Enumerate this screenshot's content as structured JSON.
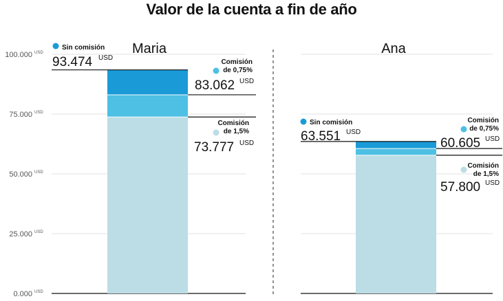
{
  "chart_data": {
    "type": "bar",
    "title": "Valor de la cuenta a fin de año",
    "ylim": [
      0,
      100000
    ],
    "yticks": [
      {
        "value": 0,
        "label": "0.000",
        "unit": "USD"
      },
      {
        "value": 25000,
        "label": "25.000",
        "unit": "USD"
      },
      {
        "value": 50000,
        "label": "50.000",
        "unit": "USD"
      },
      {
        "value": 75000,
        "label": "75.000",
        "unit": "USD"
      },
      {
        "value": 100000,
        "label": "100.000",
        "unit": "USD"
      }
    ],
    "grid": true,
    "unit": "USD",
    "colors": {
      "sin_comision": "#1a9bd7",
      "comision_075": "#4ec0e3",
      "comision_15": "#bcdde5",
      "grid": "#e2e2e2"
    },
    "panels": [
      {
        "name": "Maria",
        "series": [
          {
            "name": "Sin comisión",
            "value": 93474,
            "label": "93.474",
            "unit": "USD"
          },
          {
            "name": "Comisión de 0,75%",
            "name_lines": [
              "Comisión",
              "de 0,75%"
            ],
            "value": 83062,
            "label": "83.062",
            "unit": "USD"
          },
          {
            "name": "Comisión de 1,5%",
            "name_lines": [
              "Comisión",
              "de 1,5%"
            ],
            "value": 73777,
            "label": "73.777",
            "unit": "USD"
          }
        ]
      },
      {
        "name": "Ana",
        "series": [
          {
            "name": "Sin comisión",
            "value": 63551,
            "label": "63.551",
            "unit": "USD"
          },
          {
            "name": "Comisión de 0,75%",
            "name_lines": [
              "Comisión",
              "de 0,75%"
            ],
            "value": 60605,
            "label": "60.605",
            "unit": "USD"
          },
          {
            "name": "Comisión de 1,5%",
            "name_lines": [
              "Comisión",
              "de 1,5%"
            ],
            "value": 57800,
            "label": "57.800",
            "unit": "USD"
          }
        ]
      }
    ]
  }
}
